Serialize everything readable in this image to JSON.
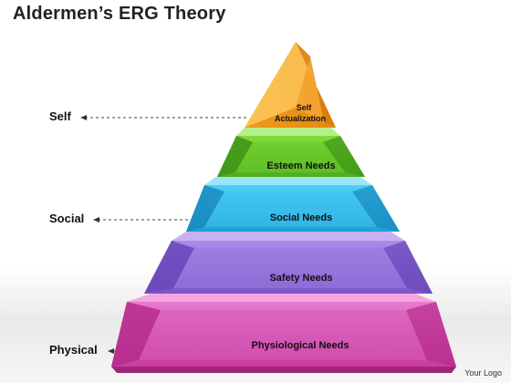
{
  "title": "Aldermen’s ERG Theory",
  "side_labels": {
    "self": "Self",
    "social": "Social",
    "physical": "Physical"
  },
  "tiers": {
    "self_actualization": {
      "line1": "Self",
      "line2": "Actualization"
    },
    "esteem": "Esteem Needs",
    "social": "Social Needs",
    "safety": "Safety Needs",
    "physiological": "Physiological Needs"
  },
  "footer": "Your Logo",
  "colors": {
    "self_actualization": "#f29b1d",
    "esteem": "#6fcb2f",
    "social": "#35b8e8",
    "safety": "#8f6ad6",
    "physiological": "#d94fb5"
  }
}
